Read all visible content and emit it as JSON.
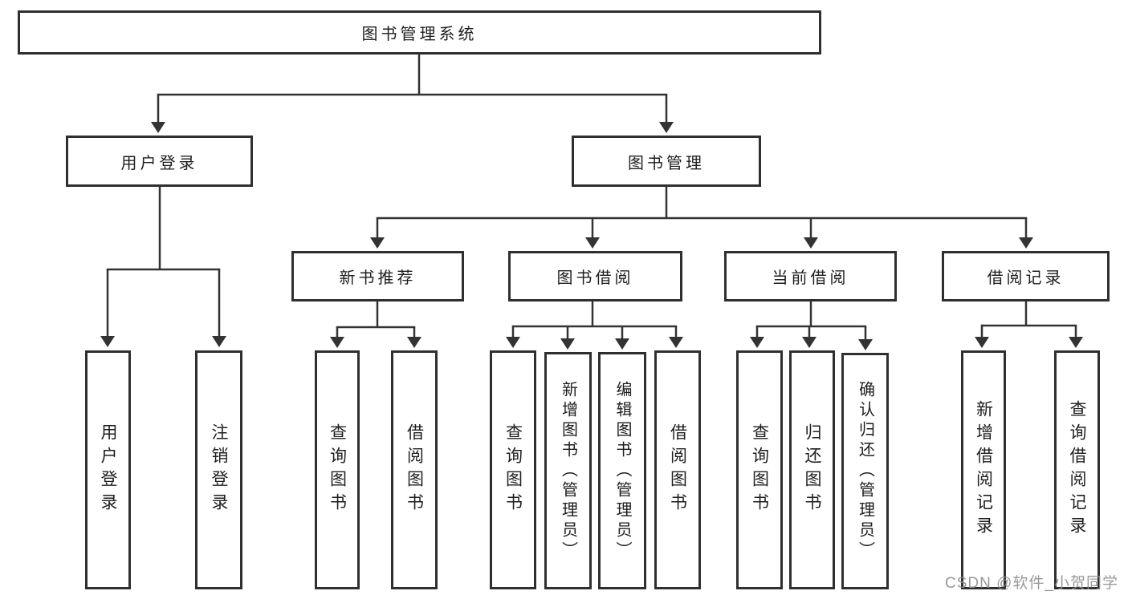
{
  "diagram": {
    "root": {
      "label": "图书管理系统"
    },
    "branches": [
      {
        "label": "用户登录",
        "children": [
          {
            "label": "用户登录"
          },
          {
            "label": "注销登录"
          }
        ]
      },
      {
        "label": "图书管理",
        "children": [
          {
            "label": "新书推荐",
            "children": [
              {
                "label": "查询图书"
              },
              {
                "label": "借阅图书"
              }
            ]
          },
          {
            "label": "图书借阅",
            "children": [
              {
                "label": "查询图书"
              },
              {
                "label": "新增图书（管理员）"
              },
              {
                "label": "编辑图书（管理员）"
              },
              {
                "label": "借阅图书"
              }
            ]
          },
          {
            "label": "当前借阅",
            "children": [
              {
                "label": "查询图书"
              },
              {
                "label": "归还图书"
              },
              {
                "label": "确认归还（管理员）"
              }
            ]
          },
          {
            "label": "借阅记录",
            "children": [
              {
                "label": "新增借阅记录"
              },
              {
                "label": "查询借阅记录"
              }
            ]
          }
        ]
      }
    ]
  },
  "watermark": {
    "text": "CSDN @软件_小贺同学"
  },
  "colors": {
    "line": "#333333",
    "border": "#2f2f2f",
    "text": "#1e1e1e",
    "watermark": "#8f8f8f",
    "background": "#ffffff"
  }
}
